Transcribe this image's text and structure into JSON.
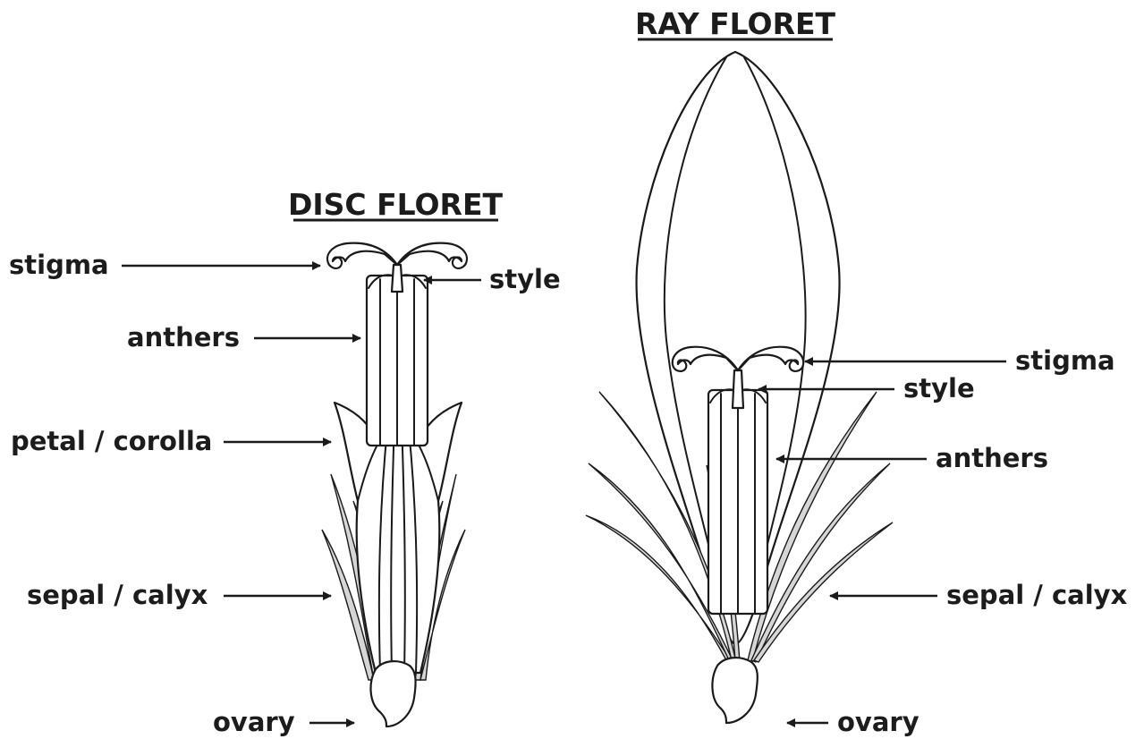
{
  "diagram": {
    "disc": {
      "title": "DISC FLORET",
      "labels": {
        "stigma": "stigma",
        "style": "style",
        "anthers": "anthers",
        "petal": "petal / corolla",
        "sepal": "sepal / calyx",
        "ovary": "ovary"
      }
    },
    "ray": {
      "title": "RAY FLORET",
      "labels": {
        "stigma": "stigma",
        "style": "style",
        "anthers": "anthers",
        "sepal": "sepal / calyx",
        "ovary": "ovary"
      }
    }
  }
}
